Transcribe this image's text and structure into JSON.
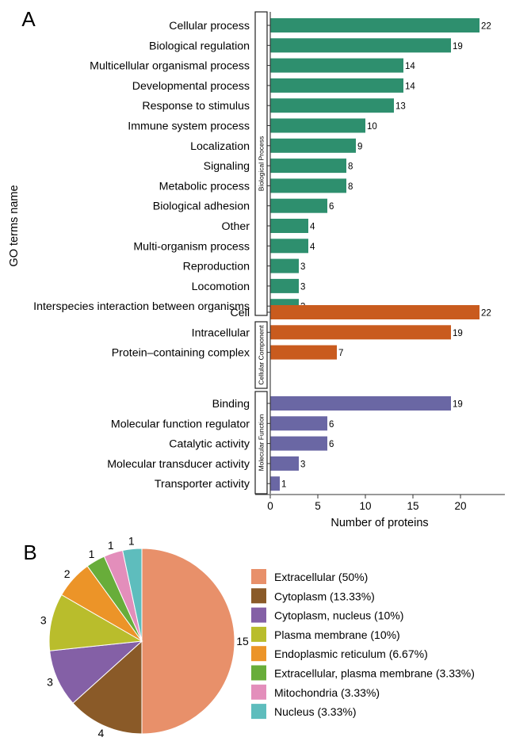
{
  "panels": {
    "a": "A",
    "b": "B"
  },
  "colors": {
    "biological_process": "#2e8f6e",
    "cellular_component": "#c95b1e",
    "molecular_function": "#6a67a4"
  },
  "chart_data": [
    {
      "type": "bar",
      "orientation": "horizontal",
      "xlabel": "Number of proteins",
      "ylabel": "GO terms name",
      "xlim": [
        0,
        24
      ],
      "xticks": [
        0,
        5,
        10,
        15,
        20
      ],
      "grid": false,
      "groups": [
        {
          "name": "Biological Process",
          "color": "#2e8f6e",
          "categories": [
            "Cellular process",
            "Biological regulation",
            "Multicellular organismal process",
            "Developmental process",
            "Response to stimulus",
            "Immune system process",
            "Localization",
            "Signaling",
            "Metabolic process",
            "Biological adhesion",
            "Other",
            "Multi-organism process",
            "Reproduction",
            "Locomotion",
            "Interspecies interaction between organisms"
          ],
          "values": [
            22,
            19,
            14,
            14,
            13,
            10,
            9,
            8,
            8,
            6,
            4,
            4,
            3,
            3,
            3
          ]
        },
        {
          "name": "Cellular Component",
          "color": "#c95b1e",
          "categories": [
            "Cell",
            "Intracellular",
            "Protein–containing complex"
          ],
          "values": [
            22,
            19,
            7
          ]
        },
        {
          "name": "Molecular Function",
          "color": "#6a67a4",
          "categories": [
            "Binding",
            "Molecular function regulator",
            "Catalytic activity",
            "Molecular transducer activity",
            "Transporter activity"
          ],
          "values": [
            19,
            6,
            6,
            3,
            1
          ]
        }
      ]
    },
    {
      "type": "pie",
      "legend_position": "right",
      "slices": [
        {
          "label": "Extracellular (50%)",
          "value": 15,
          "color": "#e8906a"
        },
        {
          "label": "Cytoplasm (13.33%)",
          "value": 4,
          "color": "#8a5a28"
        },
        {
          "label": "Cytoplasm, nucleus (10%)",
          "value": 3,
          "color": "#8460a6"
        },
        {
          "label": "Plasma membrane (10%)",
          "value": 3,
          "color": "#b9bd2c"
        },
        {
          "label": "Endoplasmic reticulum (6.67%)",
          "value": 2,
          "color": "#ec9428"
        },
        {
          "label": "Extracellular, plasma membrane (3.33%)",
          "value": 1,
          "color": "#68ad3a"
        },
        {
          "label": "Mitochondria (3.33%)",
          "value": 1,
          "color": "#e38ebb"
        },
        {
          "label": "Nucleus (3.33%)",
          "value": 1,
          "color": "#5ebdbd"
        }
      ]
    }
  ]
}
